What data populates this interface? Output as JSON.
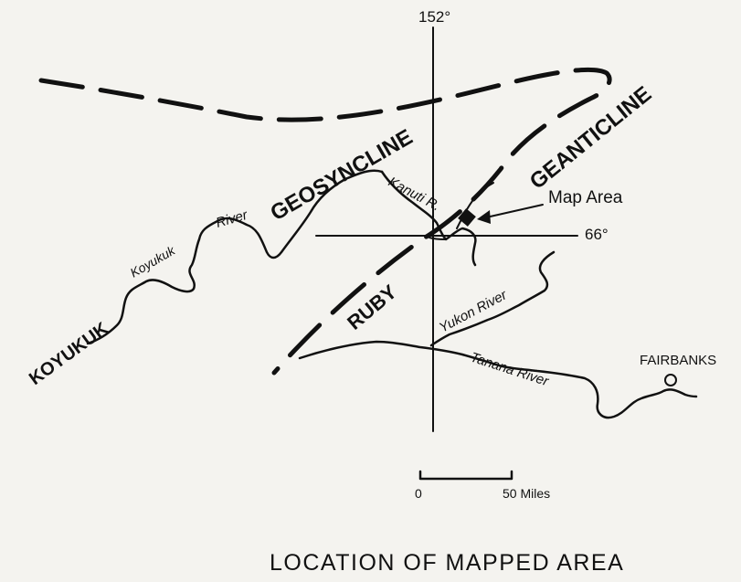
{
  "title": "LOCATION OF MAPPED AREA",
  "graticule": {
    "longitude_label": "152°",
    "latitude_label": "66°"
  },
  "structures": {
    "geosyncline": [
      "KOYUKUK",
      "GEOSYNCLINE"
    ],
    "geanticline": [
      "RUBY",
      "GEANTICLINE"
    ]
  },
  "rivers": {
    "koyukuk_upper": "River",
    "koyukuk_lower": "Koyukuk",
    "kanuti": "Kanuti R.",
    "yukon": "Yukon River",
    "tanana": "Tanana River"
  },
  "places": {
    "fairbanks": "FAIRBANKS"
  },
  "map_area_label": "Map Area",
  "scale": {
    "min_label": "0",
    "max_label": "50 Miles"
  },
  "colors": {
    "ink": "#111111",
    "paper": "#f4f3ef"
  }
}
